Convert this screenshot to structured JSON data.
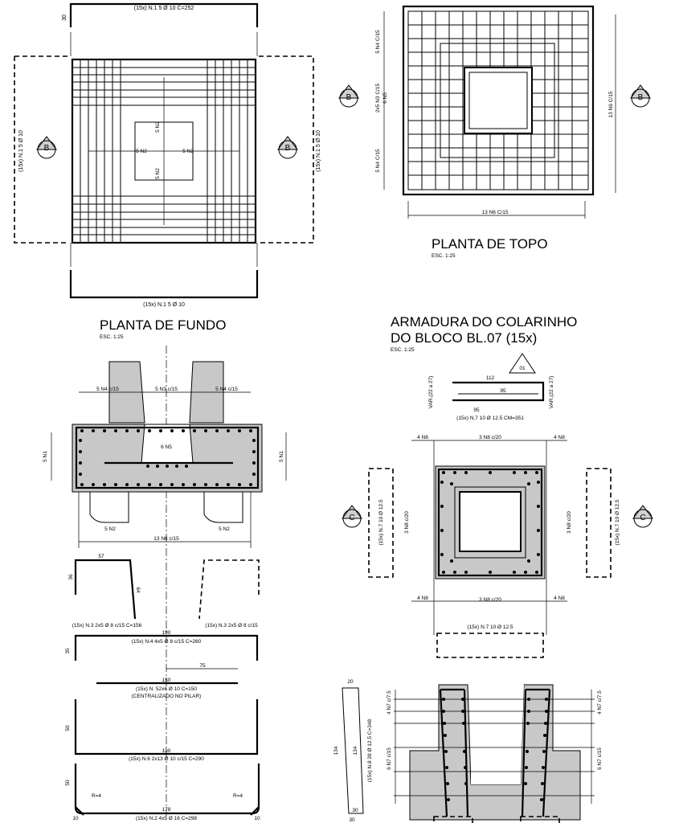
{
  "titles": {
    "planta_fundo": "PLANTA DE FUNDO",
    "planta_fundo_scale": "ESC. 1:25",
    "planta_topo": "PLANTA DE TOPO",
    "planta_topo_scale": "ESC. 1:25",
    "colarinho_line1": "ARMADURA DO COLARINHO",
    "colarinho_line2": "DO BLOCO BL.07 (15x)",
    "colarinho_scale": "ESC. 1:25"
  },
  "markers": {
    "b": "B",
    "c": "C",
    "detail": "01"
  },
  "fundo": {
    "top_bar": "(15x) N.1 5 Ø 10 C=252",
    "bottom_bar": "(15x) N.1 5 Ø 10",
    "left_bar": "(15x) N.1 5 Ø 10",
    "right_bar": "(15x) N.1 5 Ø 10",
    "dim_30": "30",
    "n2_top": "5 N2",
    "n2_bottom": "5 N2",
    "n2_left": "5 N2",
    "n2_right": "5 N2"
  },
  "topo": {
    "left_top": "5 N4 C/15",
    "left_mid": "2x5 N3 C/15",
    "left_mid2": "6 N5",
    "left_bottom": "5 N4 C/15",
    "right": "13 N6 C/15",
    "bottom": "13 N6 C/15"
  },
  "section_b": {
    "n4_left": "5 N4 c/15",
    "n3": "5 N3 c/15",
    "n4_right": "5 N4 c/15",
    "n5": "6 N5",
    "n1_left": "5 N1",
    "n1_right": "5 N1",
    "n2_left": "5 N2",
    "n2_right": "5 N2",
    "n6": "13 N6 c/15"
  },
  "bars": {
    "n3_len": "57",
    "n3_leg": "64",
    "n3_h": "36",
    "n3_left": "(15x) N.3 2x5 Ø 8 c/15 C=156",
    "n3_right": "(15x) N.3 2x5 Ø 8 c/15",
    "n4_len": "190",
    "n4_label": "(15x) N.4 4x5 Ø 8 c/15 C=260",
    "n4_h": "35",
    "n5_half": "75",
    "n5_len": "150",
    "n5_label": "(15x) N. 52x6 Ø 10 C=150",
    "n5_note": "(CENTRALIZADO NO PILAR)",
    "n6_h": "50",
    "n6_len": "190",
    "n6_label": "(15x) N.6 2x13 Ø 10 c/15 C=290",
    "n2_h": "50",
    "n2_r": "R=4",
    "n2_len": "178",
    "n2_label": "(15x) N.2 4x5 Ø 16 C=298",
    "n2_end": "10"
  },
  "colarinho": {
    "n7_len": "112",
    "n7_inner": "95",
    "n7_bottom": "95",
    "n7_var": "VAR.(22 a 27)",
    "n7_label": "(15x) N.7 10 Ø 12.5 CM=351",
    "n8_tl": "4 N8",
    "n8_tc": "3 N8 c/20",
    "n8_tr": "4 N8",
    "n8_bl": "4 N8",
    "n8_bc": "3 N8 c/20",
    "n8_br": "4 N8",
    "n8_l": "3 N8 c/20",
    "n8_r": "3 N8 c/20",
    "n7_side": "(15x) N.7 10 Ø 12.5",
    "n7_bottom_label": "(15x) N.7 10 Ø 12.5"
  },
  "section_c": {
    "n8_top": "20",
    "n8_h": "134",
    "n8_h2": "134",
    "n8_bot": "30",
    "n8_label": "(15x) N.8 28 Ø 12.5 C=348",
    "n7_left_top": "4 N7 c/7.5",
    "n7_left_mid": "6 N7 c/15",
    "n7_right_top": "4 N7 c/7.5",
    "n7_right_mid": "6 N7 c/15",
    "dim_30b": "30"
  }
}
